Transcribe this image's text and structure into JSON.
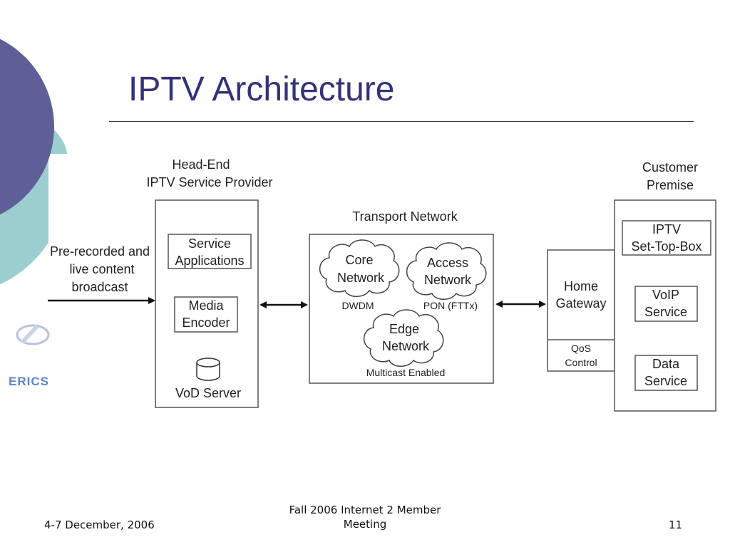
{
  "slide": {
    "title": "IPTV Architecture",
    "logo_text": "ERICS",
    "colors": {
      "title": "#33337a",
      "circle_dark": "#5f5f97",
      "circle_light": "#9cced0",
      "logo": "#5a86c8"
    }
  },
  "diagram": {
    "input_label_lines": [
      "Pre-recorded and",
      "live content",
      "broadcast"
    ],
    "head_end": {
      "heading_lines": [
        "Head-End",
        "IPTV Service Provider"
      ],
      "service_applications_lines": [
        "Service",
        "Applications"
      ],
      "media_encoder_lines": [
        "Media",
        "Encoder"
      ],
      "vod_server_label": "VoD Server",
      "vod_icon": "database-icon"
    },
    "transport": {
      "heading": "Transport Network",
      "core_network_lines": [
        "Core",
        "Network"
      ],
      "core_sublabel": "DWDM",
      "access_network_lines": [
        "Access",
        "Network"
      ],
      "access_sublabel": "PON (FTTx)",
      "edge_network_lines": [
        "Edge",
        "Network"
      ],
      "edge_sublabel": "Multicast Enabled"
    },
    "home_gateway": {
      "label_lines": [
        "Home",
        "Gateway"
      ],
      "qos_lines": [
        "QoS",
        "Control"
      ]
    },
    "customer": {
      "heading_lines": [
        "Customer",
        "Premise"
      ],
      "stb_lines": [
        "IPTV",
        "Set-Top-Box"
      ],
      "voip_lines": [
        "VoIP",
        "Service"
      ],
      "data_lines": [
        "Data",
        "Service"
      ]
    }
  },
  "footer": {
    "date": "4-7 December, 2006",
    "event_lines": [
      "Fall 2006 Internet 2 Member",
      "Meeting"
    ],
    "page_number": "11"
  }
}
